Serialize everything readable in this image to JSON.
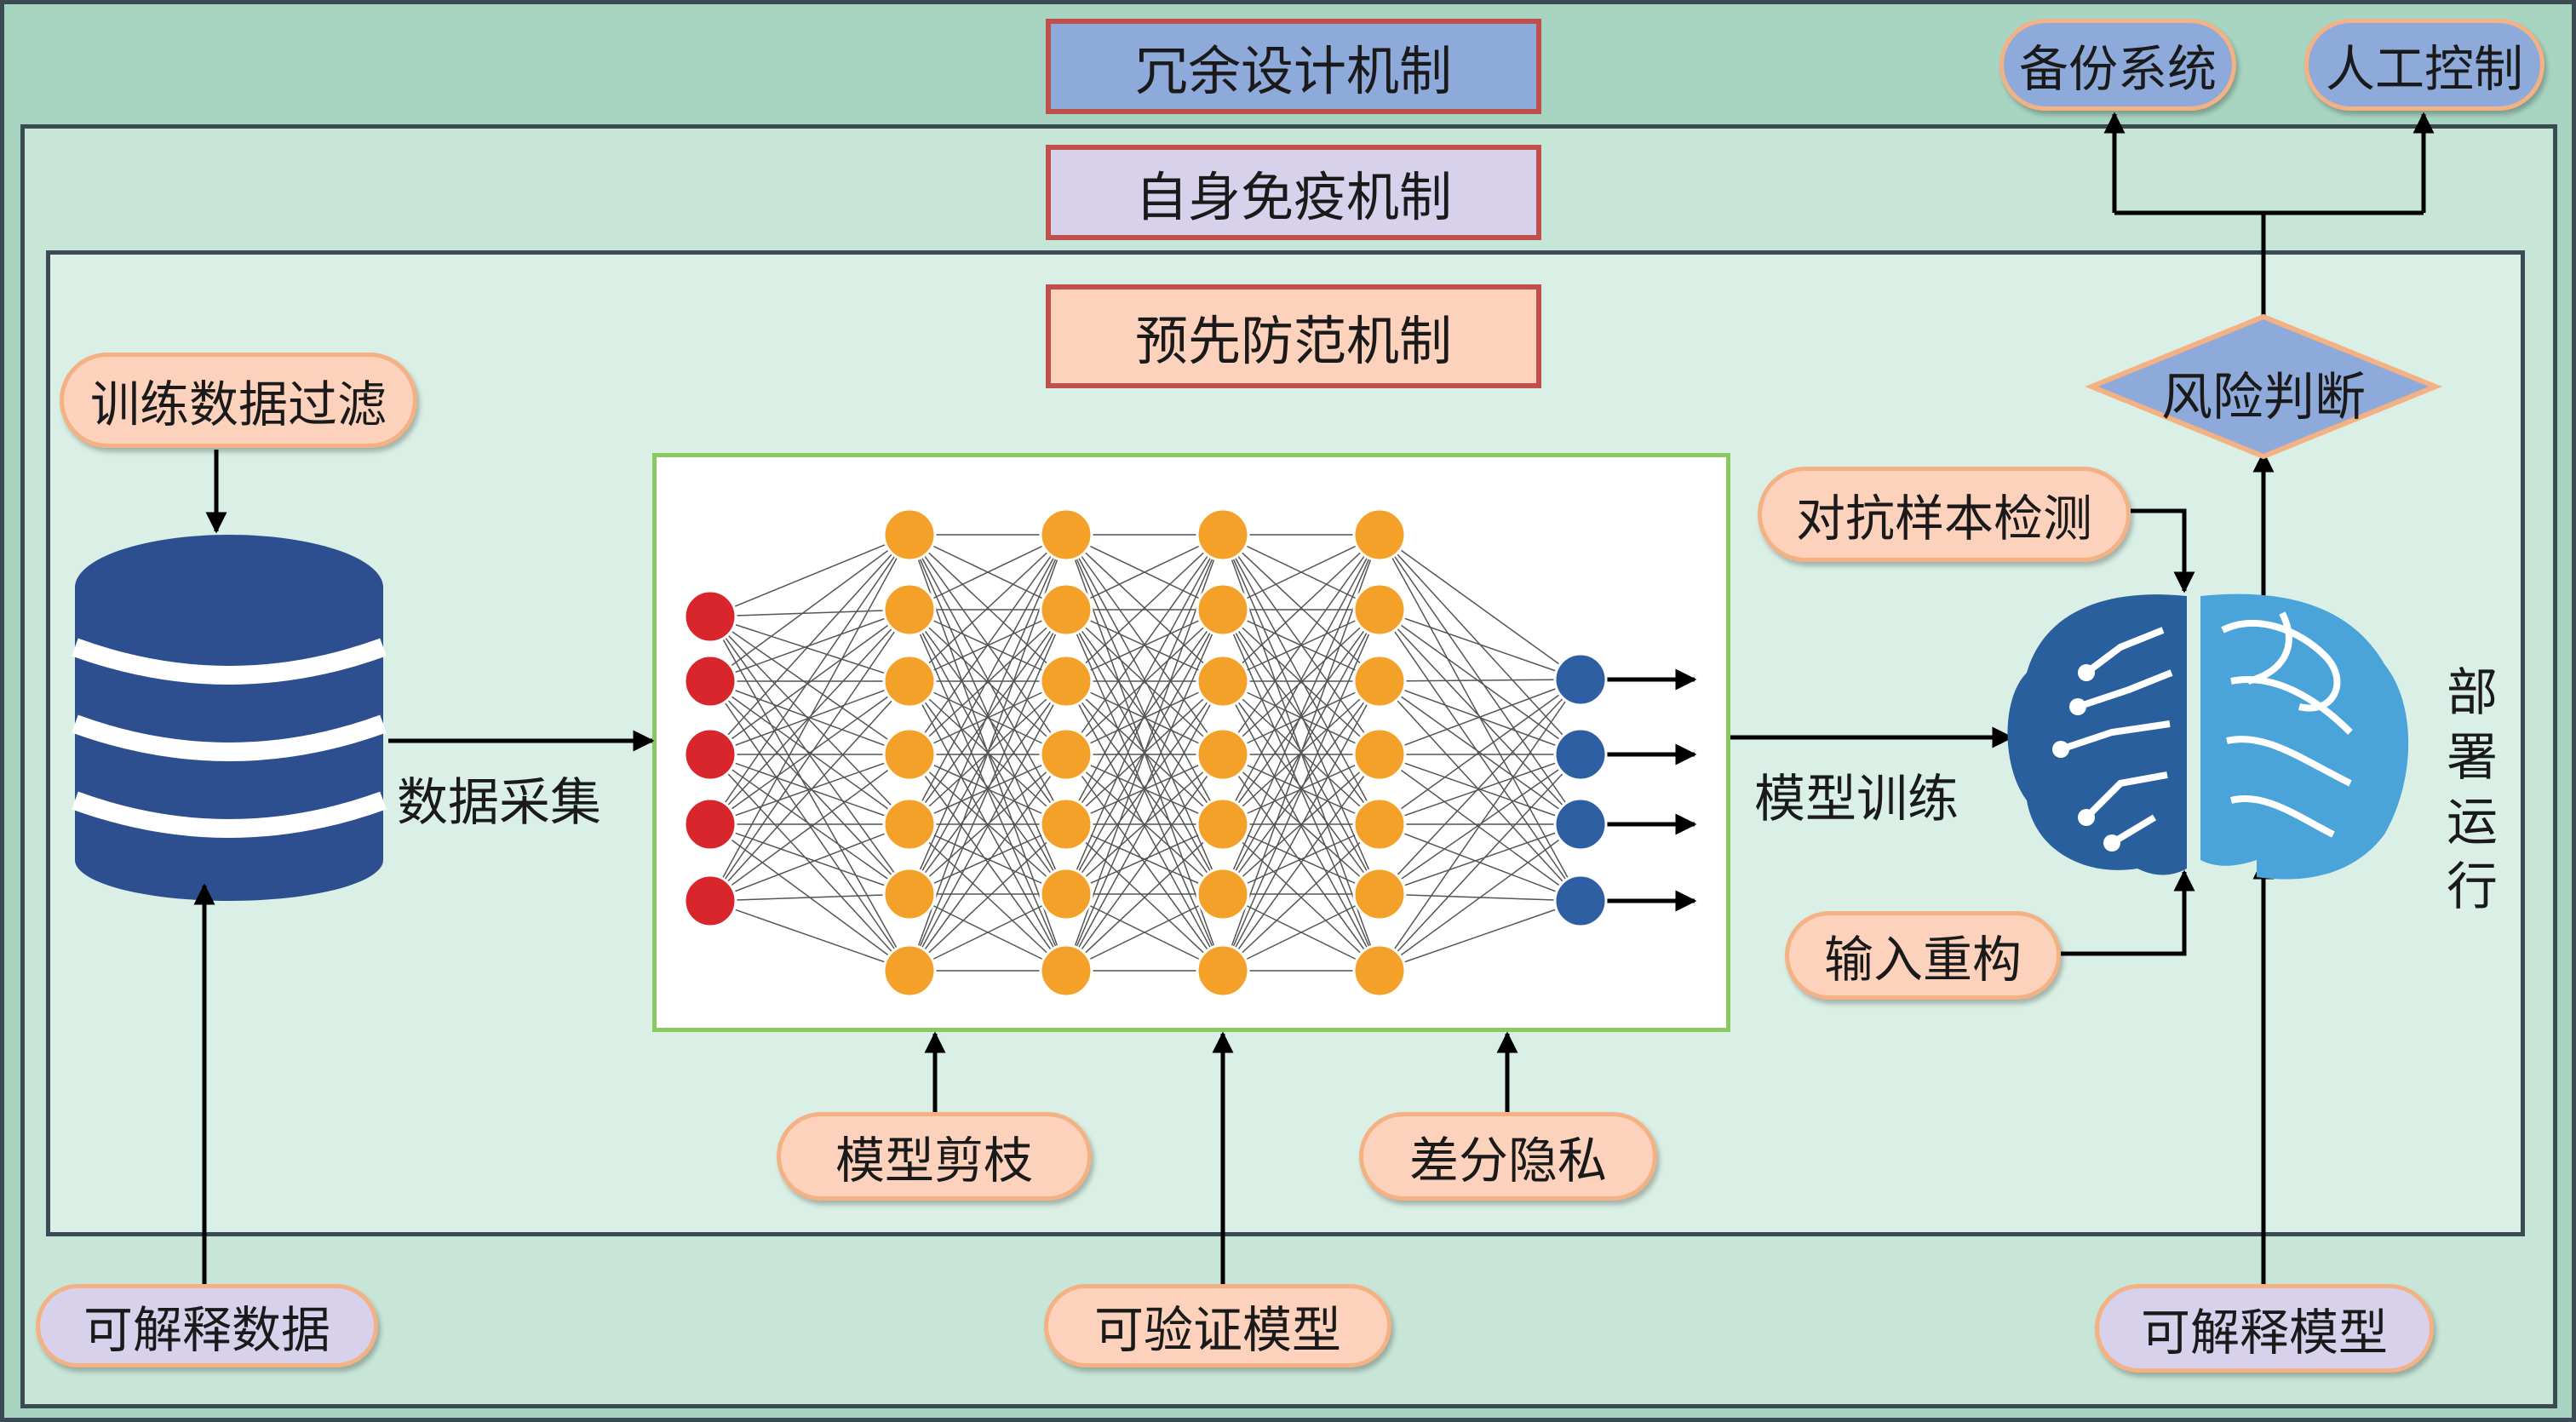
{
  "layers": {
    "redundancy": "冗余设计机制",
    "immunity": "自身免疫机制",
    "prevention": "预先防范机制"
  },
  "top_right": {
    "backup": "备份系统",
    "manual": "人工控制",
    "risk": "风险判断"
  },
  "left": {
    "filter": "训练数据过滤",
    "collect": "数据采集",
    "interpret_data": "可解释数据"
  },
  "middle": {
    "prune": "模型剪枝",
    "privacy": "差分隐私",
    "verify": "可验证模型"
  },
  "right": {
    "adversarial": "对抗样本检测",
    "train": "模型训练",
    "reconstruct": "输入重构",
    "deploy": "部署运行",
    "interpret_model": "可解释模型"
  },
  "colors": {
    "outer_bg": "#a8d5c2",
    "middle_bg": "#c8e6d8",
    "inner_bg": "#daf0e6",
    "frame": "#3c4a54",
    "db_blue": "#2e4f8f",
    "brain_dark": "#2a5f9e",
    "brain_light": "#4aa3d9",
    "node_red": "#d9262c",
    "node_orange": "#f4a12a",
    "node_blue": "#2e5fa3",
    "nn_border": "#8cc862"
  },
  "icons": [
    "database-icon",
    "neural-network-icon",
    "brain-icon"
  ]
}
